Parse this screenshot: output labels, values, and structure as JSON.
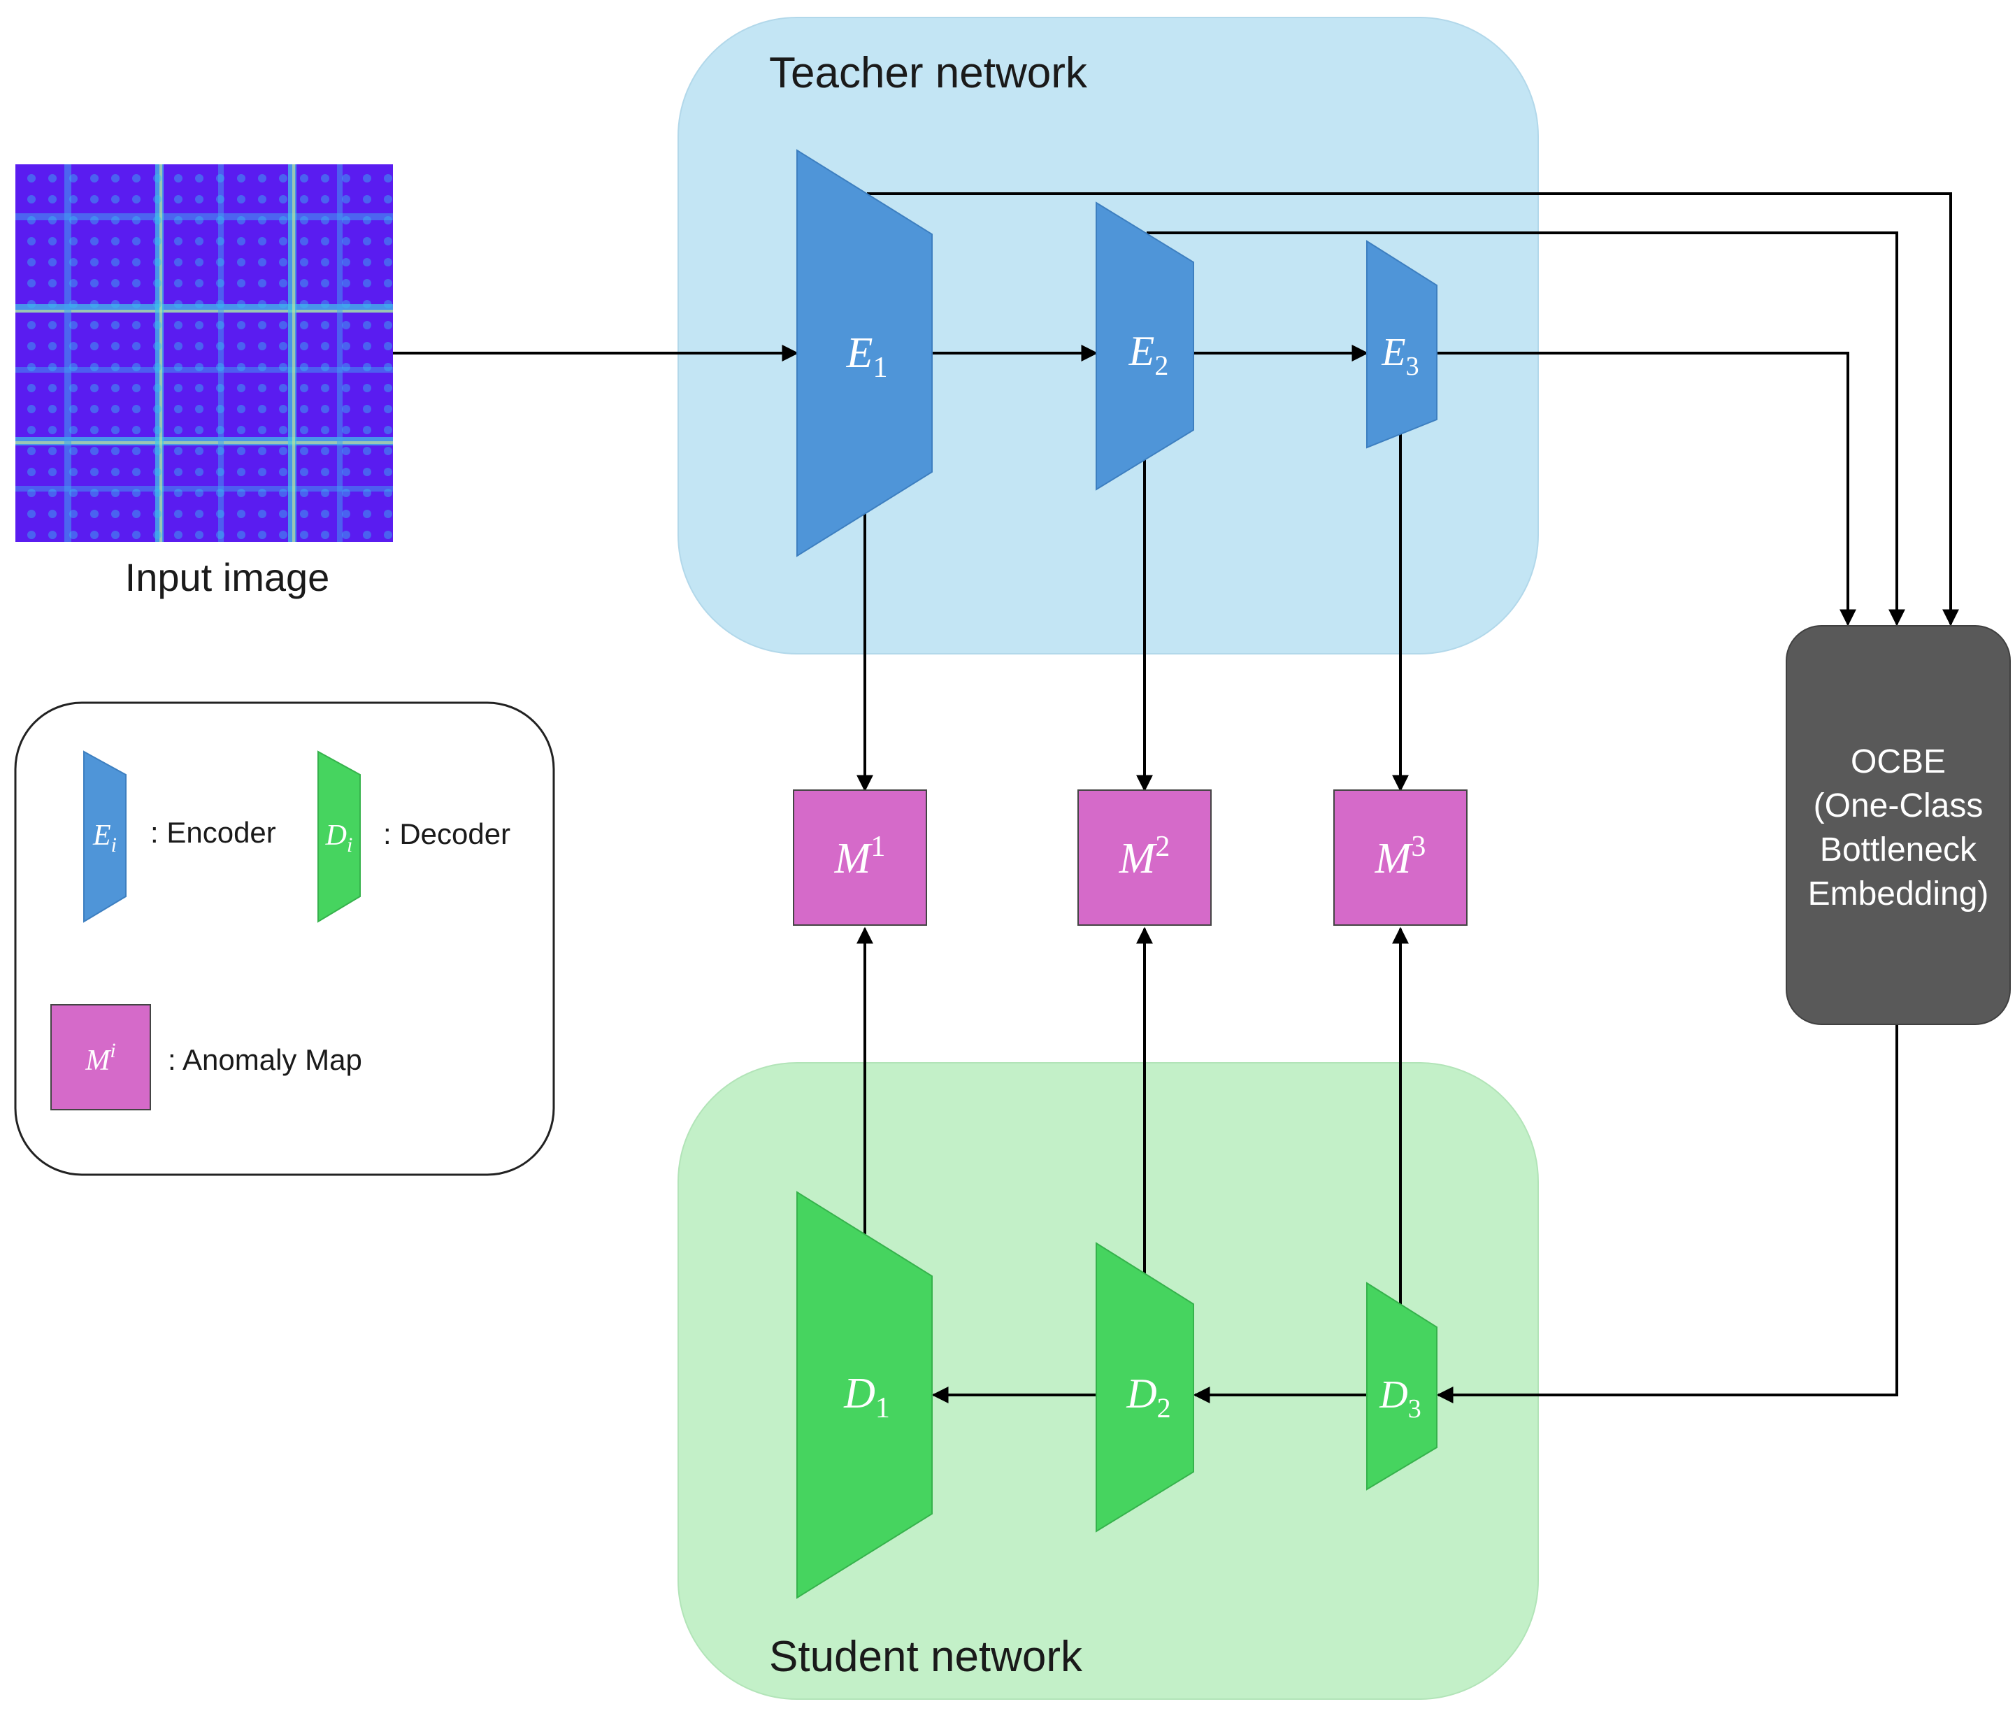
{
  "teacher": {
    "title": "Teacher network"
  },
  "student": {
    "title": "Student network"
  },
  "input": {
    "caption": "Input image"
  },
  "encoders": [
    {
      "sym": "E",
      "sub": "1"
    },
    {
      "sym": "E",
      "sub": "2"
    },
    {
      "sym": "E",
      "sub": "3"
    }
  ],
  "decoders": [
    {
      "sym": "D",
      "sub": "1"
    },
    {
      "sym": "D",
      "sub": "2"
    },
    {
      "sym": "D",
      "sub": "3"
    }
  ],
  "maps": [
    {
      "sym": "M",
      "sup": "1"
    },
    {
      "sym": "M",
      "sup": "2"
    },
    {
      "sym": "M",
      "sup": "3"
    }
  ],
  "ocbe": {
    "lines": [
      "OCBE",
      "(One-Class",
      "Bottleneck",
      "Embedding)"
    ]
  },
  "legend": {
    "encoder_sym": "E",
    "encoder_sub": "i",
    "encoder_label": ": Encoder",
    "decoder_sym": "D",
    "decoder_sub": "i",
    "decoder_label": ": Decoder",
    "map_sym": "M",
    "map_sup": "i",
    "map_label": ": Anomaly Map"
  },
  "colors": {
    "teacher_bg": "#c3e5f4",
    "student_bg": "#c3f0c8",
    "encoder": "#4f95d8",
    "decoder": "#46d45f",
    "anomaly_map": "#d56ac9",
    "ocbe": "#595959"
  }
}
